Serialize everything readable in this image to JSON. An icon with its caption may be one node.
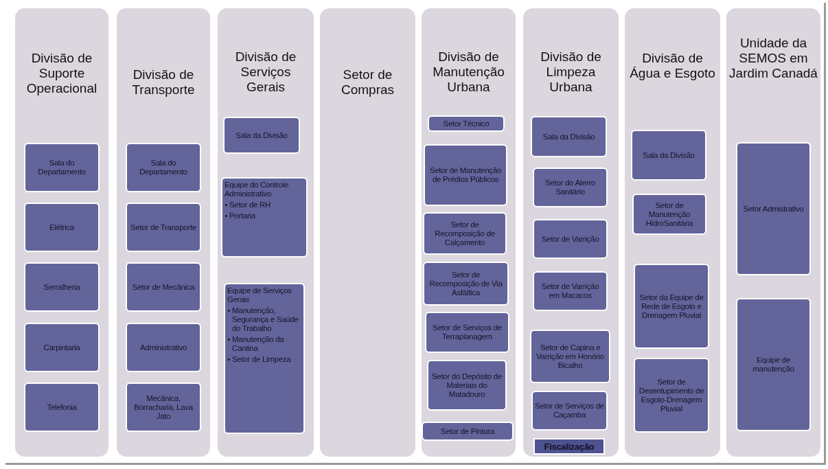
{
  "diagram": {
    "nodes": [
      {
        "text": [
          "Divisão de Suporte Operacional"
        ]
      },
      {
        "text": [
          "Sala do Departamento"
        ],
        "in": 0
      },
      {
        "text": [
          "Elétrica"
        ],
        "in": 0
      },
      {
        "text": [
          "Serralheria"
        ],
        "in": 0
      },
      {
        "text": [
          "Carpintaria"
        ],
        "in": 0
      },
      {
        "text": [
          "Telefonia"
        ],
        "in": 0
      },
      {
        "text": [
          "Divisão de Transporte"
        ]
      },
      {
        "text": [
          "Sala do Departamento"
        ],
        "in": 6
      },
      {
        "text": [
          "Setor de Transporte"
        ],
        "in": 6
      },
      {
        "text": [
          "Setor de Mecânica"
        ],
        "in": 6
      },
      {
        "text": [
          "Administrativo"
        ],
        "in": 6
      },
      {
        "text": [
          "Mecânica, Borracharia, Lava Jato"
        ],
        "in": 6
      },
      {
        "text": [
          "Divisão de Serviços Gerais"
        ]
      },
      {
        "text": [
          "Sala da Divisão"
        ],
        "in": 12
      },
      {
        "text": [
          "Equipe do Controle Administrativo",
          "Setor de RH",
          "Portaria"
        ],
        "in": 12
      },
      {
        "text": [
          "Equipe de Serviços Gerais",
          "Manutenção, Segurança e Saúde do Trabalho",
          "Manutenção da Cantina",
          "Setor de Limpeza"
        ],
        "in": 12
      },
      {
        "text": [
          "Setor de Compras"
        ]
      },
      {
        "text": [
          "Divisão de Manutenção Urbana"
        ]
      },
      {
        "text": [
          "Setor Técnico"
        ],
        "in": 17
      },
      {
        "text": [
          "Setor de Manutenção de Prédios Públicos"
        ],
        "in": 17
      },
      {
        "text": [
          "Setor de Recomposição de Calçamento"
        ],
        "in": 17
      },
      {
        "text": [
          "Setor de Recomposição de Via Asfáltica"
        ],
        "in": 17
      },
      {
        "text": [
          "Setor de Serviços de Terraplanagem"
        ],
        "in": 17
      },
      {
        "text": [
          "Setor do Depósito de Materiais do Matadouro"
        ],
        "in": 17
      },
      {
        "text": [
          "Setor de Pintura"
        ],
        "in": 17
      },
      {
        "text": [
          "Divisão de Limpeza Urbana"
        ]
      },
      {
        "text": [
          "Sala da Divisão"
        ],
        "in": 25
      },
      {
        "text": [
          "Setor do Aterro Sanitário"
        ],
        "in": 25
      },
      {
        "text": [
          "Setor de Varrição"
        ],
        "in": 25
      },
      {
        "text": [
          "Setor de Varrição em Macacos"
        ],
        "in": 25
      },
      {
        "text": [
          "Setor de Capina e Varrição em Honório Bicalho"
        ],
        "in": 25
      },
      {
        "text": [
          "Setor de Serviços de Caçamba"
        ],
        "in": 25
      },
      {
        "text": [
          "Fiscalização"
        ],
        "in": 25
      },
      {
        "text": [
          "Divisão de Água e Esgoto"
        ]
      },
      {
        "text": [
          "Sala da Divisão"
        ],
        "in": 33
      },
      {
        "text": [
          "Setor de Manutenção HidroSanitária"
        ],
        "in": 33
      },
      {
        "text": [
          "Setor da Equipe de Rede de Esgoto e Drenagem Pluvial"
        ],
        "in": 33
      },
      {
        "text": [
          "Setor de Desentupimento de Esgoto-Drenagem Pluvial"
        ],
        "in": 33
      },
      {
        "text": [
          "Unidade da SEMOS em Jardim Canadá"
        ]
      },
      {
        "text": [
          "Setor Admistrativo"
        ],
        "in": 38
      },
      {
        "text": [
          "Equipe de manutenção"
        ],
        "in": 38
      }
    ],
    "edges": []
  }
}
